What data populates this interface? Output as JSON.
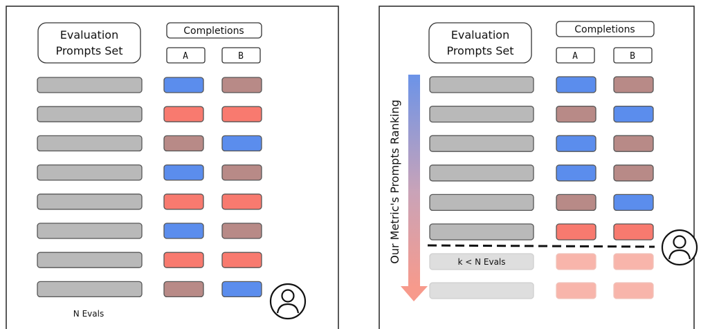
{
  "colors": {
    "blue": "#5b8ded",
    "mauve": "#b88a87",
    "red": "#f87a6f",
    "gray": "#b9b9b9",
    "gray_light": "#dedede",
    "red_light": "#f8b5ab",
    "frame": "#222222"
  },
  "left_panel": {
    "prompts_set_line1": "Evaluation",
    "prompts_set_line2": "Prompts Set",
    "completions_label": "Completions",
    "col_a": "A",
    "col_b": "B",
    "footer_label": "N Evals",
    "user_icon": "user-circle-icon",
    "rows": [
      {
        "a": "blue",
        "b": "mauve"
      },
      {
        "a": "red",
        "b": "red"
      },
      {
        "a": "mauve",
        "b": "blue"
      },
      {
        "a": "blue",
        "b": "mauve"
      },
      {
        "a": "red",
        "b": "red"
      },
      {
        "a": "blue",
        "b": "mauve"
      },
      {
        "a": "red",
        "b": "red"
      },
      {
        "a": "mauve",
        "b": "blue"
      }
    ]
  },
  "right_panel": {
    "prompts_set_line1": "Evaluation",
    "prompts_set_line2": "Prompts Set",
    "completions_label": "Completions",
    "col_a": "A",
    "col_b": "B",
    "ranking_label": "Our Metric's Prompts Ranking",
    "cutoff_label": "k < N Evals",
    "user_icon": "user-circle-icon",
    "rows": [
      {
        "a": "blue",
        "b": "mauve"
      },
      {
        "a": "mauve",
        "b": "blue"
      },
      {
        "a": "blue",
        "b": "mauve"
      },
      {
        "a": "blue",
        "b": "mauve"
      },
      {
        "a": "mauve",
        "b": "blue"
      },
      {
        "a": "red",
        "b": "red"
      }
    ],
    "faded_rows": 2
  }
}
